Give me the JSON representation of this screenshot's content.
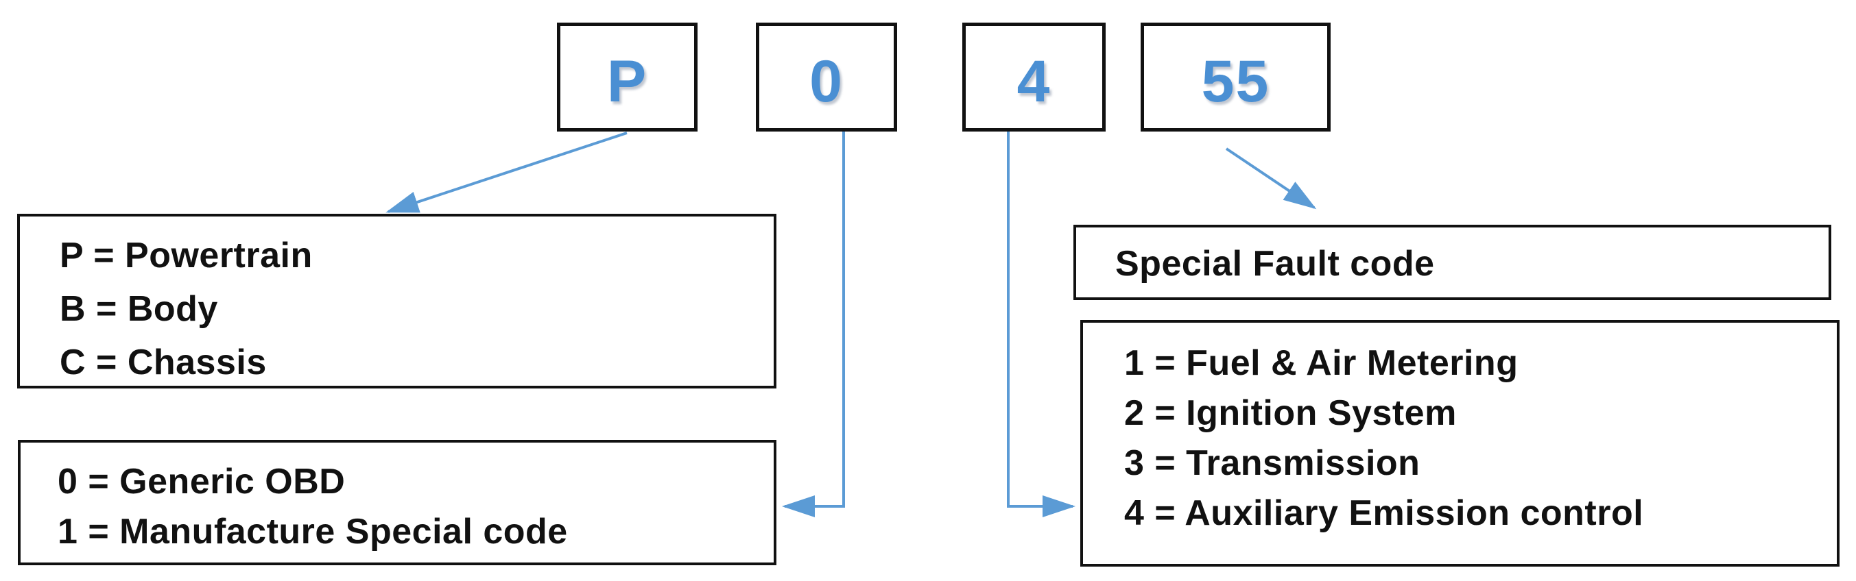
{
  "code_characters": [
    {
      "label": "P"
    },
    {
      "label": "0"
    },
    {
      "label": "4"
    },
    {
      "label": "55"
    }
  ],
  "legends": {
    "system": {
      "lines": [
        "P = Powertrain",
        "B = Body",
        "C = Chassis"
      ]
    },
    "obd_type": {
      "lines": [
        "0 = Generic OBD",
        "1 = Manufacture Special code"
      ]
    },
    "special_fault": {
      "lines": [
        "Special Fault code"
      ]
    },
    "subsystem": {
      "lines": [
        "1 = Fuel & Air Metering",
        "2 = Ignition System",
        "3 = Transmission",
        "4 = Auxiliary Emission control"
      ]
    }
  },
  "colors": {
    "accent_blue": "#5b9bd5",
    "glyph_blue": "#4a8fd3",
    "border_black": "#111111",
    "background": "#ffffff"
  },
  "icons": {
    "arrow_p": "arrow-down-left-icon",
    "arrow_0": "arrow-elbow-left-icon",
    "arrow_4": "arrow-elbow-right-icon",
    "arrow_55": "arrow-down-right-icon"
  }
}
